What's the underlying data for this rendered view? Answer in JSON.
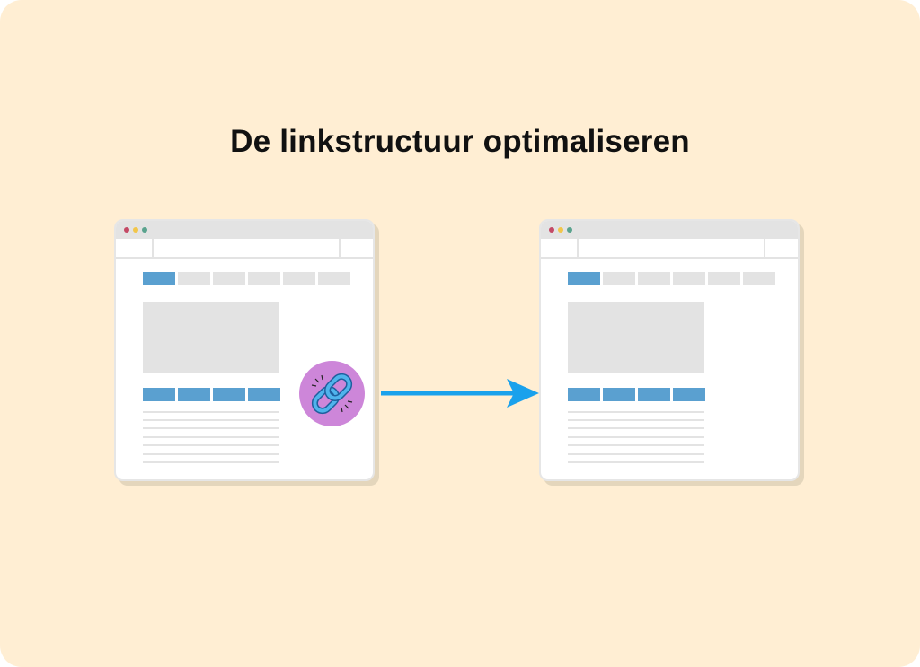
{
  "diagram": {
    "title": "De linkstructuur optimaliseren",
    "colors": {
      "background": "#ffeed3",
      "accent_blue": "#5aa0d0",
      "inactive_gray": "#e3e3e3",
      "arrow_blue": "#1aa1ec",
      "badge_purple": "#cd86d9",
      "traffic_red": "#c44a66",
      "traffic_yellow": "#f2c64a",
      "traffic_green": "#5aa38e"
    },
    "icons": {
      "link_badge": "chain-link-icon",
      "arrow": "right-arrow-icon"
    },
    "browsers": [
      {
        "name": "source-page",
        "has_link_badge": true
      },
      {
        "name": "target-page",
        "has_link_badge": false
      }
    ]
  }
}
